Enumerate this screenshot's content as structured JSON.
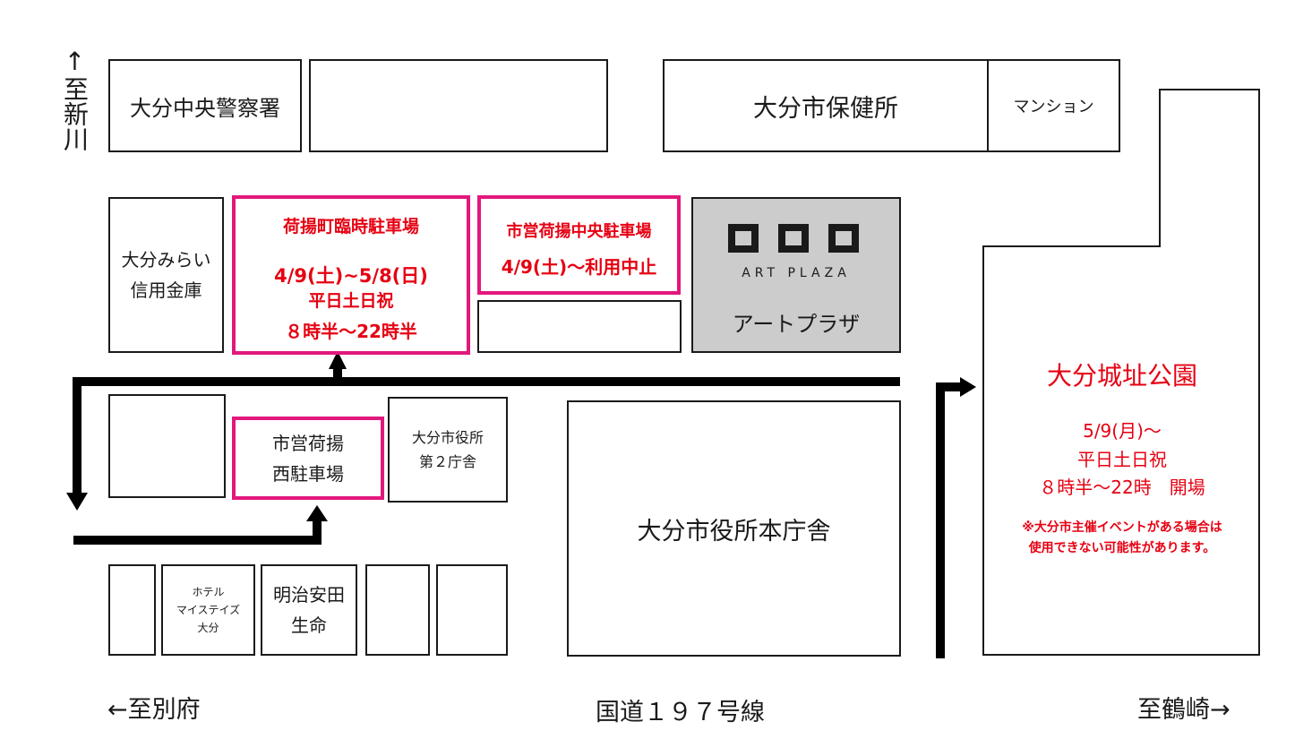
{
  "directions": {
    "north": "↑至新川",
    "west": "←至別府",
    "east": "至鶴崎→",
    "route": "国道１９７号線"
  },
  "buildings": {
    "police": "大分中央警察署",
    "health_center": "大分市保健所",
    "mansion": "マンション",
    "mirai_bank": "大分みらい\n信用金庫",
    "city_hall_2": "大分市役所\n第２庁舎",
    "city_hall_main": "大分市役所本庁舎",
    "hotel": "ホテル\nマイステイズ\n大分",
    "meiji_yasuda": "明治安田\n生命"
  },
  "art_plaza": {
    "logo_en": "ART PLAZA",
    "name": "アートプラザ"
  },
  "parking": {
    "temporary": {
      "title": "荷揚町臨時駐車場",
      "dates": "4/9(土)~5/8(日)",
      "days": "平日土日祝",
      "hours": "８時半～22時半"
    },
    "central": {
      "title": "市営荷揚中央駐車場",
      "notice": "4/9(土)～利用中止"
    },
    "west": {
      "label": "市営荷揚\n西駐車場"
    }
  },
  "park": {
    "name": "大分城址公園",
    "dates": "5/9(月)～",
    "days": "平日土日祝",
    "hours": "８時半～22時　開場",
    "note": "※大分市主催イベントがある場合は\n使用できない可能性があります。"
  },
  "colors": {
    "parking_border": "#e2187d",
    "highlight_text": "#e60012",
    "line": "#000000",
    "art_plaza_bg": "#cccccc"
  }
}
